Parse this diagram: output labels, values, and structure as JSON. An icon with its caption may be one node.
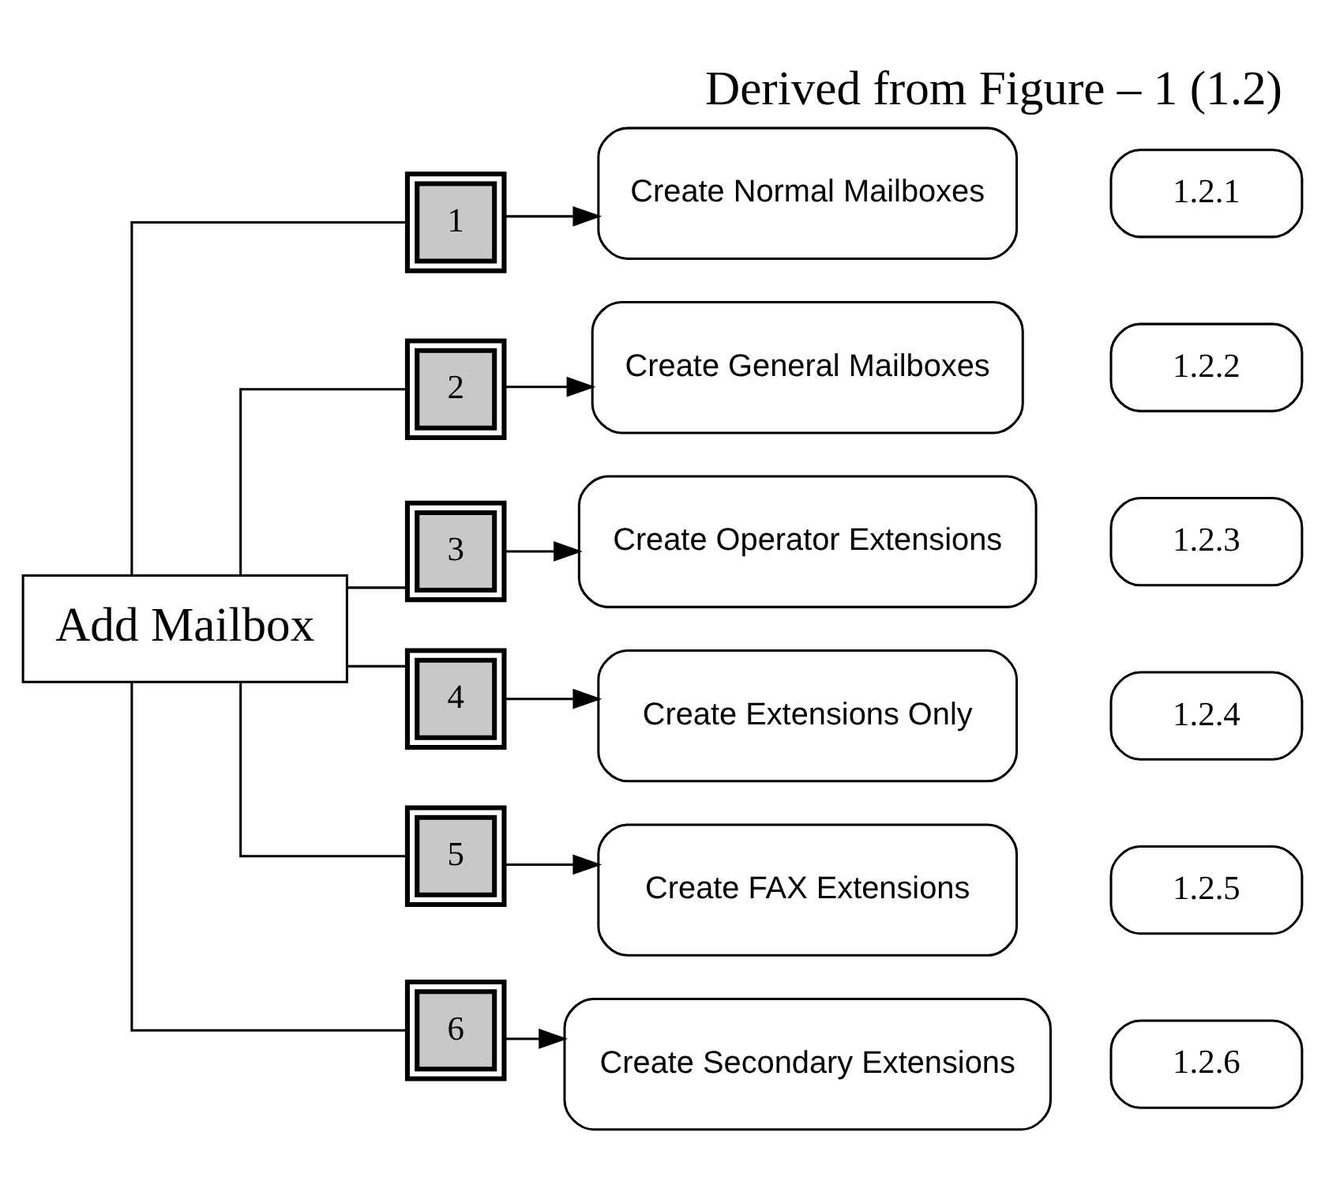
{
  "diagram": {
    "title": "Derived from Figure – 1 (1.2)",
    "nodes": [
      {
        "text": [
          "Add Mailbox"
        ]
      },
      {
        "text": [
          "1"
        ]
      },
      {
        "text": [
          "Create Normal Mailboxes"
        ]
      },
      {
        "text": [
          "1.2.1"
        ]
      },
      {
        "text": [
          "2"
        ]
      },
      {
        "text": [
          "Create General Mailboxes"
        ]
      },
      {
        "text": [
          "1.2.2"
        ]
      },
      {
        "text": [
          "3"
        ]
      },
      {
        "text": [
          "Create Operator Extensions"
        ]
      },
      {
        "text": [
          "1.2.3"
        ]
      },
      {
        "text": [
          "4"
        ]
      },
      {
        "text": [
          "Create Extensions Only"
        ]
      },
      {
        "text": [
          "1.2.4"
        ]
      },
      {
        "text": [
          "5"
        ]
      },
      {
        "text": [
          "Create FAX Extensions"
        ]
      },
      {
        "text": [
          "1.2.5"
        ]
      },
      {
        "text": [
          "6"
        ]
      },
      {
        "text": [
          "Create Secondary Extensions"
        ]
      },
      {
        "text": [
          "1.2.6"
        ]
      }
    ],
    "edges": [
      {
        "from": 0,
        "to": 1,
        "arrow": "none"
      },
      {
        "from": 1,
        "to": 2,
        "arrow": "to"
      },
      {
        "from": 0,
        "to": 4,
        "arrow": "none"
      },
      {
        "from": 4,
        "to": 5,
        "arrow": "to"
      },
      {
        "from": 0,
        "to": 7,
        "arrow": "none"
      },
      {
        "from": 7,
        "to": 8,
        "arrow": "to"
      },
      {
        "from": 0,
        "to": 10,
        "arrow": "none"
      },
      {
        "from": 10,
        "to": 11,
        "arrow": "to"
      },
      {
        "from": 0,
        "to": 13,
        "arrow": "none"
      },
      {
        "from": 13,
        "to": 14,
        "arrow": "to"
      },
      {
        "from": 0,
        "to": 16,
        "arrow": "none"
      },
      {
        "from": 16,
        "to": 17,
        "arrow": "to"
      }
    ]
  }
}
